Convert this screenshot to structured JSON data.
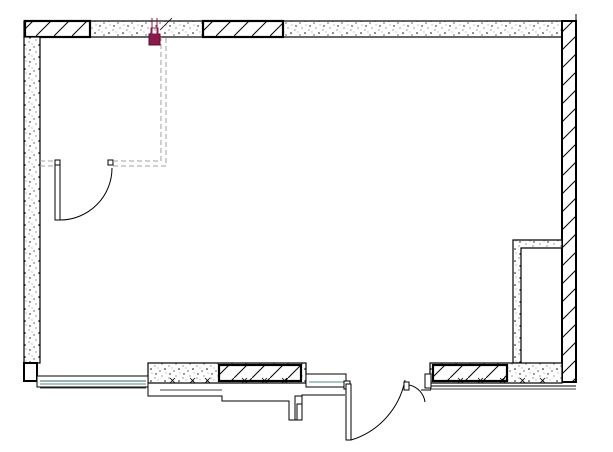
{
  "drawing": {
    "kind": "architectural-floor-plan",
    "line_color": "#000000",
    "dashed_line_color": "#a0a0a0",
    "fixture_color": "#8b1a4a",
    "glazing_color": "#5a8a8a",
    "insulation_fill": "concrete-stipple",
    "structure_fill": "diagonal-hatch"
  }
}
